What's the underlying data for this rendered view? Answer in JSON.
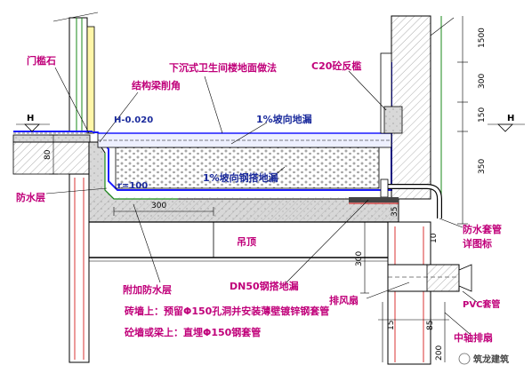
{
  "colors": {
    "label_magenta": "#c0007a",
    "label_blue": "#1a2a9c",
    "line_black": "#000000",
    "line_red": "#d00000",
    "line_green": "#1a8a1a",
    "line_blue": "#0000cc",
    "membrane_blue": "#1a1aff",
    "concrete_gray": "#d8d8d8",
    "filler_blue": "#eef0ff"
  },
  "labels": {
    "threshold_stone": "门槛石",
    "beam_chamfer": "结构梁削角",
    "title": "下沉式卫生间楼地面做法",
    "c20_curb": "C20砼反槛",
    "slope_floor_drain": "1%坡向地漏",
    "slope_steel_drain": "1%坡向钢搭地漏",
    "radius": "r=100",
    "elevation": "H-0.020",
    "waterproof_layer": "防水层",
    "ceiling": "吊顶",
    "extra_waterproof": "附加防水层",
    "dn50_drain": "DN50钢搭地漏",
    "exhaust_fan": "排风扇",
    "sleeve_detail_1": "防水套管",
    "sleeve_detail_2": "详图标",
    "pvc_sleeve": "PVC套管",
    "mid_span_fan": "中轴排扇",
    "note_1": "砖墙上：预留Φ150孔洞并安装薄壁镀锌钢套管",
    "note_2": "砼墙或梁上：直埋Φ150钢套管",
    "watermark": "筑龙建筑"
  },
  "elevations": {
    "left_h": "H",
    "right_h": "H"
  },
  "dimensions": {
    "d1500": "1500",
    "d300_top": "300",
    "d150": "150",
    "d350": "350",
    "d80": "80",
    "d300_bottom": "300",
    "d35": "35",
    "d300_vert": "300",
    "d10": "10",
    "d15": "15",
    "d85": "85",
    "d200": "200"
  }
}
